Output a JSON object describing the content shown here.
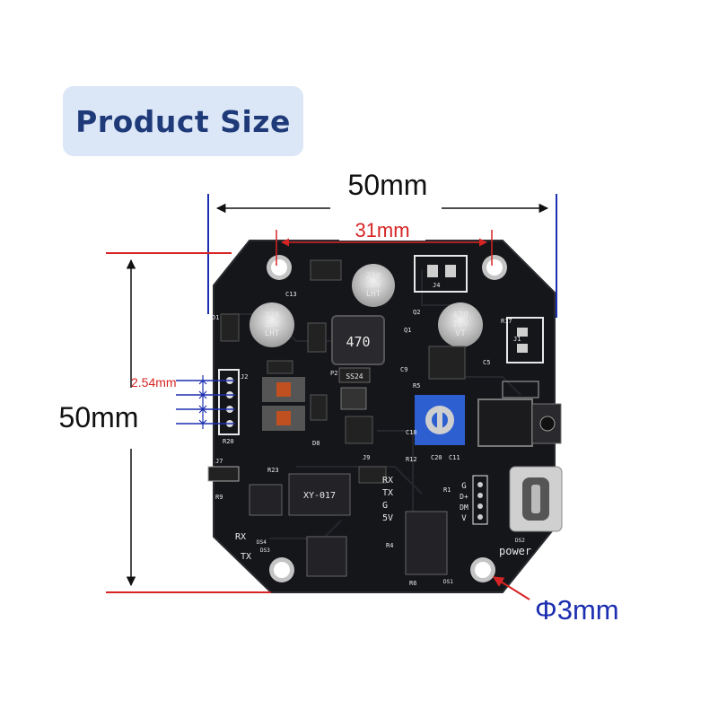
{
  "header": {
    "title": "Product Size"
  },
  "dimensions": {
    "width_label": "50mm",
    "hole_spacing_label": "31mm",
    "height_label": "50mm",
    "pin_pitch_label": "2.54mm",
    "hole_diameter_label": "Φ3mm"
  },
  "board": {
    "capacitor_1": [
      "220",
      "35V",
      "LHT"
    ],
    "capacitor_2": [
      "220",
      "35V",
      "LHT"
    ],
    "capacitor_3": [
      "470",
      "16V",
      "VT"
    ],
    "inductor": "470",
    "chip_ss24": "SS24",
    "chip_main": "XY-017",
    "pin_labels": [
      "RX",
      "TX",
      "G",
      "5V"
    ],
    "side_pin_labels": [
      "G",
      "D+",
      "DM",
      "V"
    ],
    "left_labels": [
      "RX",
      "TX"
    ],
    "power_label": "power",
    "led_labels": [
      "DS4",
      "DS3",
      "DS1",
      "DS2"
    ],
    "ref_labels": [
      "J2",
      "J1",
      "J4",
      "J7",
      "J9",
      "R20",
      "R23",
      "R17",
      "C13",
      "D1",
      "D8",
      "P2",
      "R9",
      "C18",
      "C20",
      "C11",
      "R12",
      "R4",
      "R6",
      "C5",
      "C9",
      "R1",
      "Q1",
      "Q2",
      "R5"
    ]
  },
  "colors": {
    "accent_blue": "#1c2fb0",
    "accent_red": "#d62424",
    "pcb": "#15161a",
    "badge_bg": "#dbe6f7",
    "badge_text": "#1f3a78"
  },
  "icons": [
    "double-arrow-icon",
    "mounting-hole-icon",
    "usb-c-port-icon",
    "audio-jack-icon",
    "potentiometer-icon"
  ]
}
